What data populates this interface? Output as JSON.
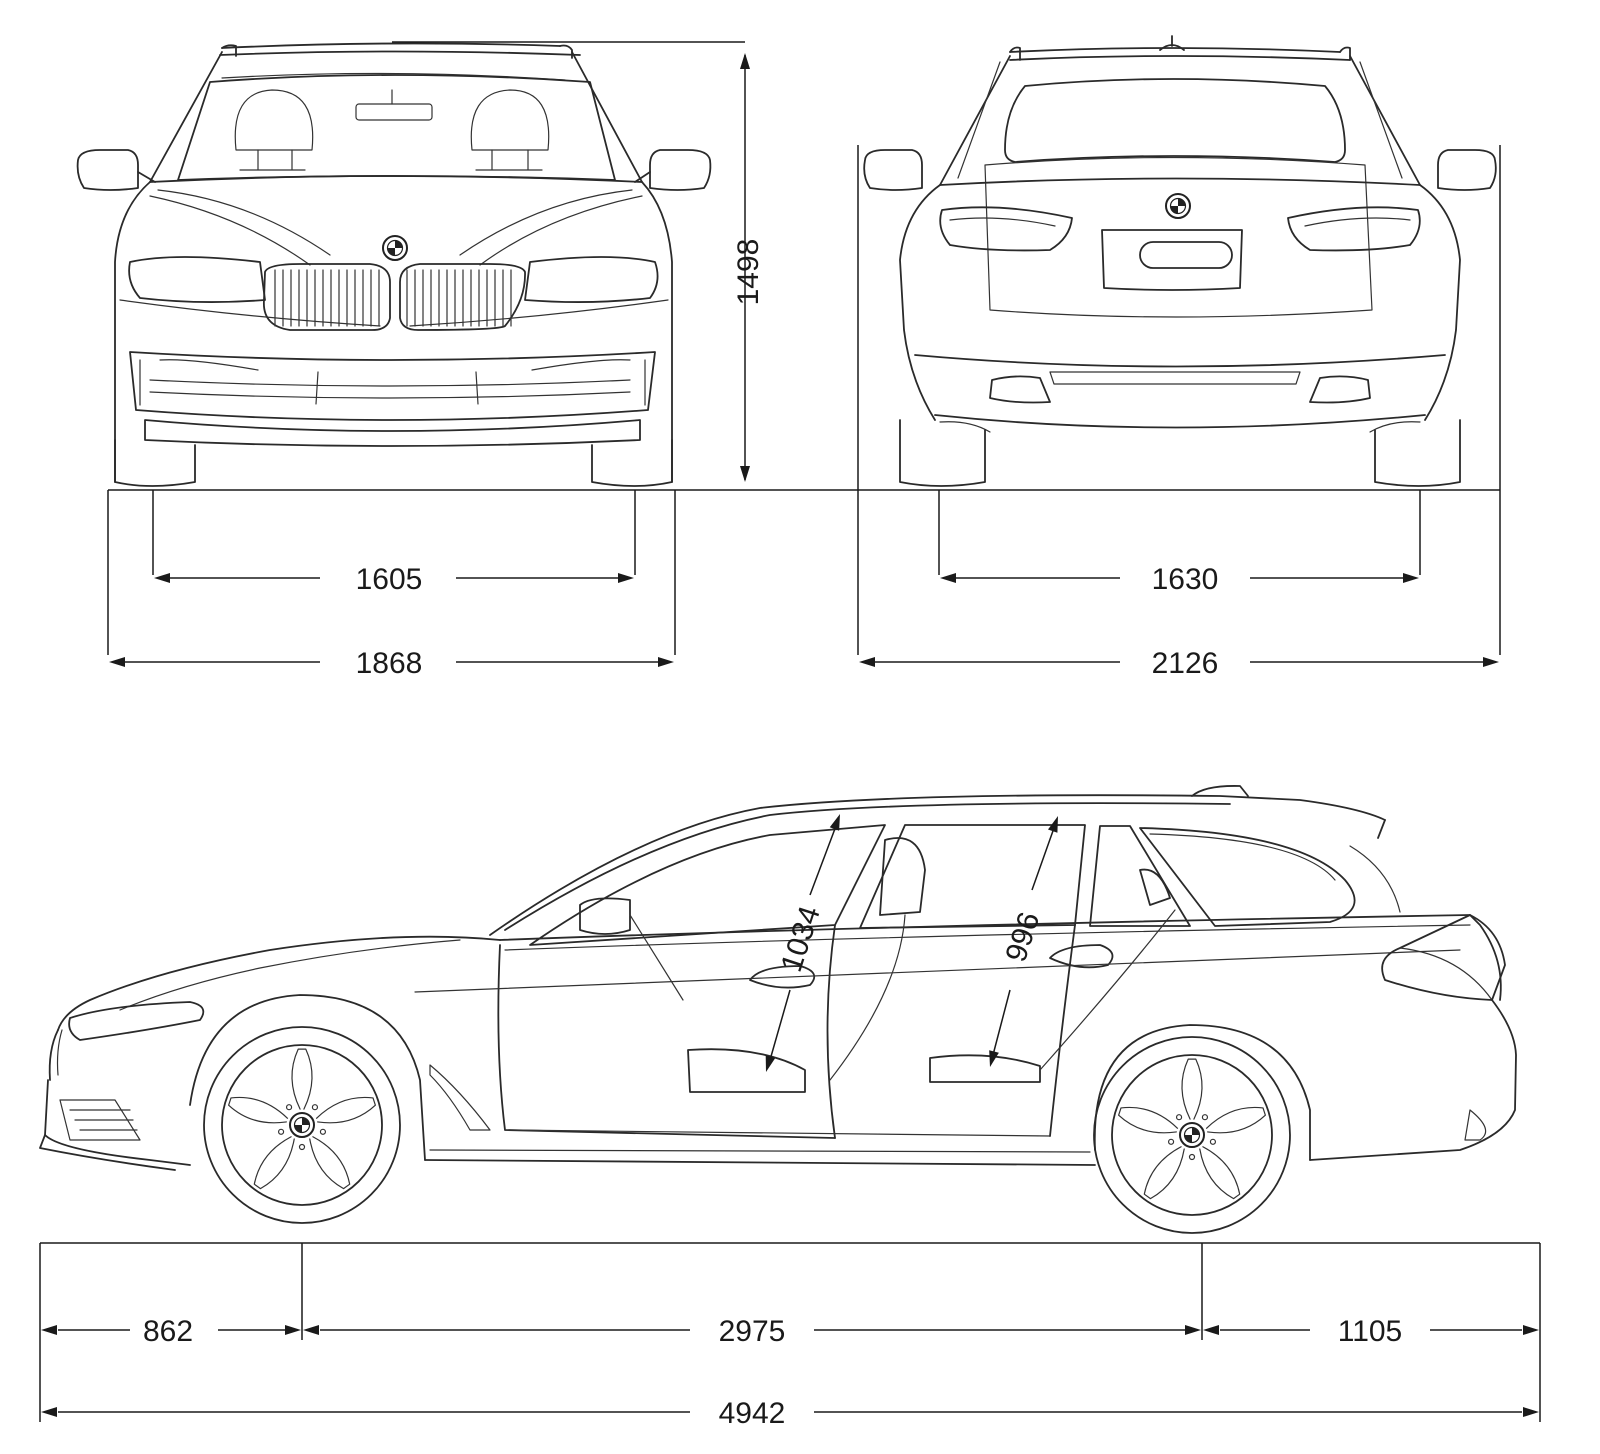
{
  "dimensions": {
    "overall_height": "1498",
    "front_track": "1605",
    "overall_width": "1868",
    "rear_track": "1630",
    "width_with_mirrors": "2126",
    "front_overhang": "862",
    "wheelbase": "2975",
    "rear_overhang": "1105",
    "overall_length": "4942",
    "front_headroom": "1034",
    "rear_headroom": "996"
  },
  "colors": {
    "line": "#2a2a2a",
    "background": "#ffffff"
  }
}
